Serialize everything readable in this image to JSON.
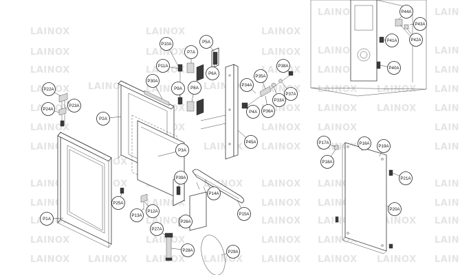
{
  "watermark": "LAINOX",
  "callouts": [
    {
      "id": "P1A",
      "label": "P1A"
    },
    {
      "id": "P2A",
      "label": "P2A"
    },
    {
      "id": "P3A",
      "label": "P3A"
    },
    {
      "id": "P4A",
      "label": "P4A"
    },
    {
      "id": "P5A",
      "label": "P5A"
    },
    {
      "id": "P6A",
      "label": "P6A"
    },
    {
      "id": "P7A",
      "label": "P7A"
    },
    {
      "id": "P8A",
      "label": "P8A"
    },
    {
      "id": "P9A",
      "label": "P9A"
    },
    {
      "id": "P10A",
      "label": "P10A"
    },
    {
      "id": "P11A",
      "label": "P11A"
    },
    {
      "id": "P12A",
      "label": "P12A"
    },
    {
      "id": "P13A",
      "label": "P13A"
    },
    {
      "id": "P14A",
      "label": "P14A"
    },
    {
      "id": "P15A",
      "label": "P15A"
    },
    {
      "id": "P16A",
      "label": "P16A"
    },
    {
      "id": "P17A",
      "label": "P17A"
    },
    {
      "id": "P18A",
      "label": "P18A"
    },
    {
      "id": "P19A",
      "label": "P19A"
    },
    {
      "id": "P20A",
      "label": "P20A"
    },
    {
      "id": "P21A",
      "label": "P21A"
    },
    {
      "id": "P22A",
      "label": "P22A"
    },
    {
      "id": "P23A",
      "label": "P23A"
    },
    {
      "id": "P24A",
      "label": "P24A"
    },
    {
      "id": "P25A",
      "label": "P25A"
    },
    {
      "id": "P26A",
      "label": "P26A"
    },
    {
      "id": "P27A",
      "label": "P27A"
    },
    {
      "id": "P28A",
      "label": "P28A"
    },
    {
      "id": "P29A",
      "label": "P29A"
    },
    {
      "id": "P30A",
      "label": "P30A"
    },
    {
      "id": "P33A",
      "label": "P33A"
    },
    {
      "id": "P34A",
      "label": "P34A"
    },
    {
      "id": "P35A",
      "label": "P35A"
    },
    {
      "id": "P36A",
      "label": "P36A"
    },
    {
      "id": "P37A",
      "label": "P37A"
    },
    {
      "id": "P38A",
      "label": "P38A"
    },
    {
      "id": "P39A",
      "label": "P39A"
    },
    {
      "id": "P40A",
      "label": "P40A"
    },
    {
      "id": "P41A",
      "label": "P41A"
    },
    {
      "id": "P42A",
      "label": "P42A"
    },
    {
      "id": "P43A",
      "label": "P43A"
    },
    {
      "id": "P44A",
      "label": "P44A"
    },
    {
      "id": "P45A",
      "label": "P45A"
    }
  ]
}
